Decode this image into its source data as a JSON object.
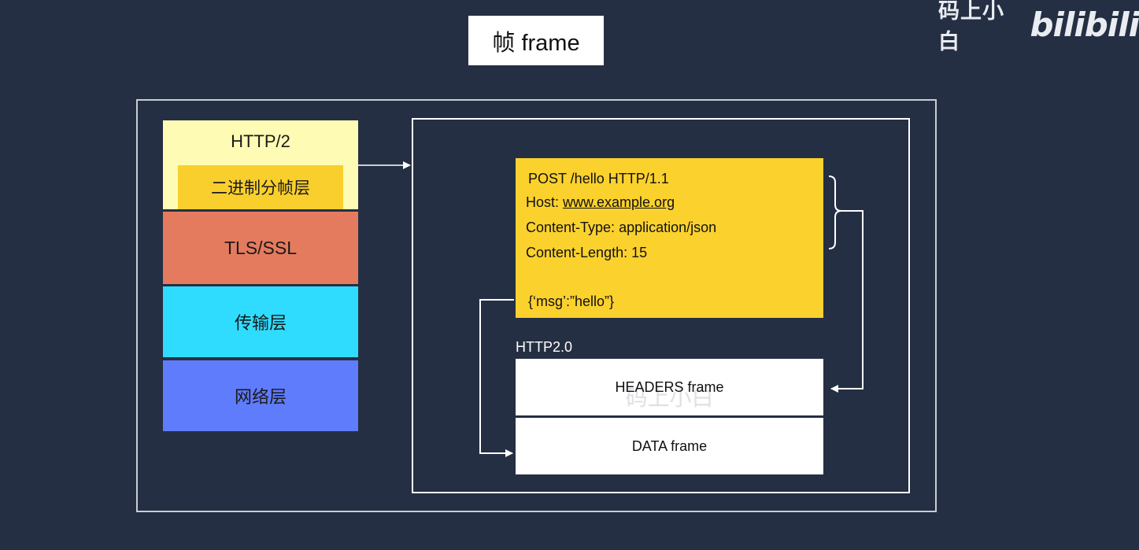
{
  "title": "帧 frame",
  "watermark": {
    "text": "码上小白",
    "logo": "bilibili"
  },
  "layers": {
    "http2": "HTTP/2",
    "binary_framing": "二进制分帧层",
    "tls": "TLS/SSL",
    "transport": "传输层",
    "network": "网络层"
  },
  "request": {
    "line1": "POST /hello HTTP/1.1",
    "host_label": "Host: ",
    "host_value": "www.example.org",
    "content_type": "Content-Type: application/json",
    "content_length": "Content-Length: 15",
    "body": "{‘msg’:”hello”}"
  },
  "http2_label": "HTTP2.0",
  "frames": {
    "headers": "HEADERS frame",
    "headers_ghost": "码上小白",
    "data": "DATA frame"
  },
  "colors": {
    "background": "#252f43",
    "http2_layer": "#fefcb4",
    "binary_layer": "#f8cf2d",
    "tls_layer": "#e57b5e",
    "transport_layer": "#30dcfd",
    "network_layer": "#5f7cfd",
    "request_box": "#fbd12d"
  }
}
